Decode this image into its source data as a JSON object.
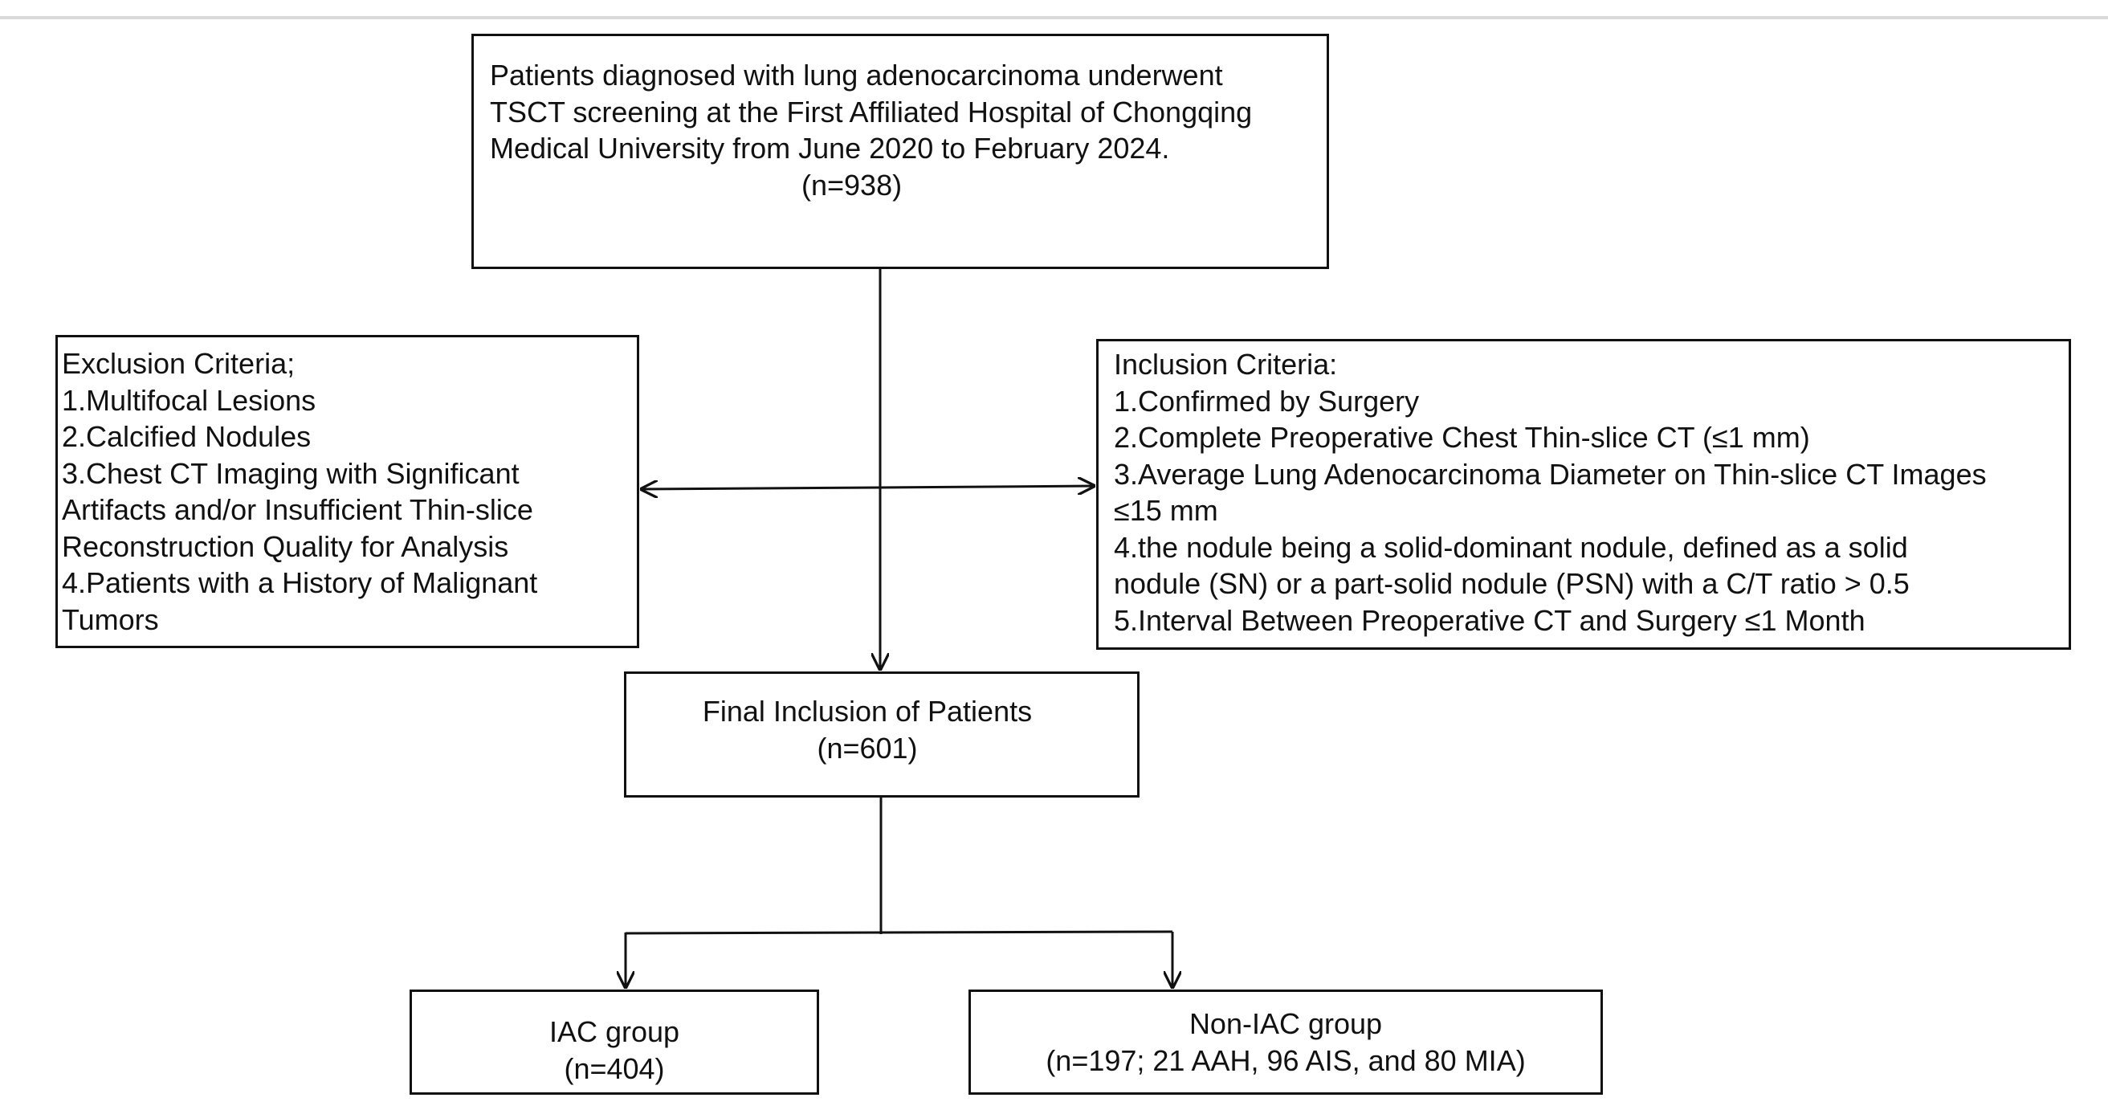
{
  "source_box": {
    "lines": [
      "Patients diagnosed with lung  adenocarcinoma underwent",
      "TSCT screening at the First Affiliated Hospital of Chongqing",
      "Medical University from June 2020 to February 2024."
    ],
    "count": "(n=938)"
  },
  "exclusion_box": {
    "title": "Exclusion Criteria;",
    "lines": [
      "1.Multifocal Lesions",
      "2.Calcified Nodules",
      "3.Chest CT Imaging with Significant",
      "Artifacts and/or Insufficient Thin-slice",
      "Reconstruction Quality for Analysis",
      "4.Patients with a History of Malignant",
      "Tumors"
    ]
  },
  "inclusion_box": {
    "title": "Inclusion Criteria:",
    "lines": [
      "1.Confirmed by Surgery",
      "2.Complete Preoperative Chest Thin-slice CT (≤1 mm)",
      "3.Average Lung Adenocarcinoma Diameter on Thin-slice CT Images",
      "≤15 mm",
      "4.the nodule being a solid-dominant nodule, defined as a solid",
      "nodule (SN) or a part-solid nodule (PSN) with a C/T ratio > 0.5",
      "5.Interval Between Preoperative CT and Surgery ≤1 Month"
    ]
  },
  "final_box": {
    "title": "Final Inclusion of Patients",
    "count": "(n=601)"
  },
  "iac_box": {
    "title": "IAC group",
    "count": "(n=404)"
  },
  "noniac_box": {
    "title": "Non-IAC group",
    "count": "(n=197; 21 AAH, 96 AIS, and 80 MIA)"
  },
  "colors": {
    "stroke": "#111111",
    "top_rule": "#d9d9d9",
    "background": "#ffffff"
  }
}
